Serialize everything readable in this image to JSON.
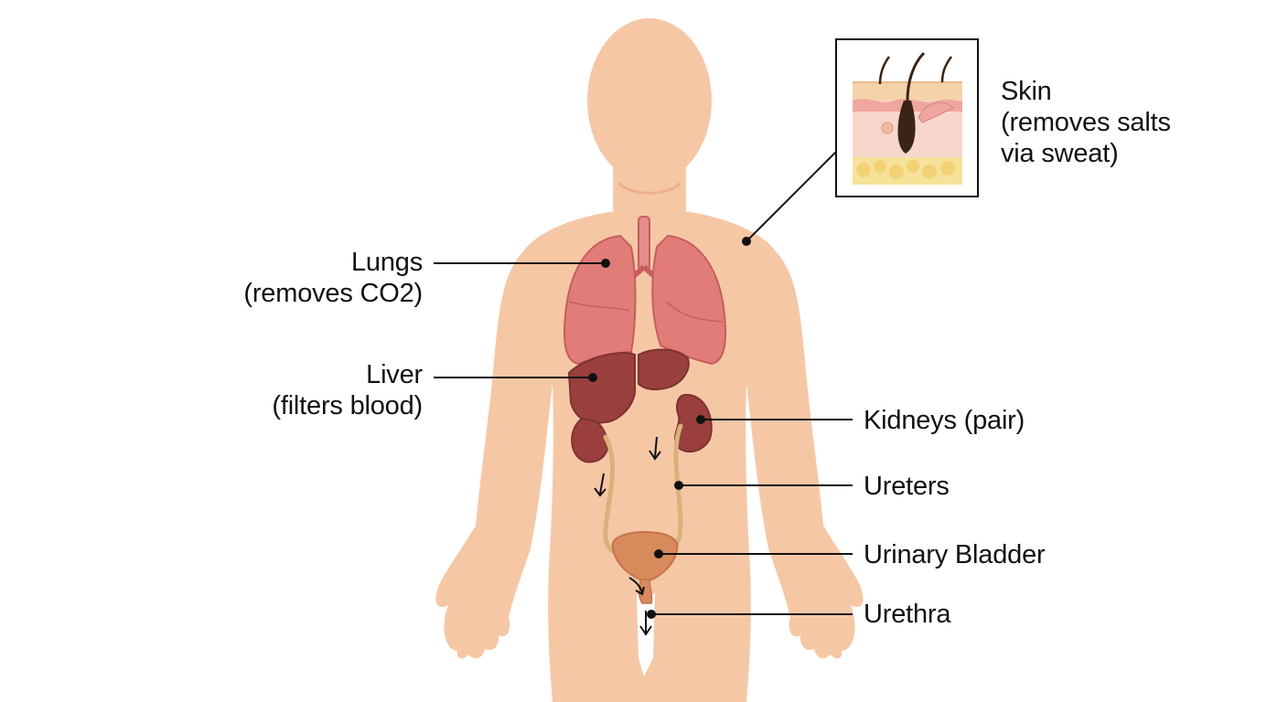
{
  "labels": {
    "lungs": {
      "name": "Lungs",
      "note": "(removes CO2)"
    },
    "liver": {
      "name": "Liver",
      "note": "(filters blood)"
    },
    "kidneys": {
      "name": "Kidneys (pair)"
    },
    "ureters": {
      "name": "Ureters"
    },
    "bladder": {
      "name": "Urinary Bladder"
    },
    "urethra": {
      "name": "Urethra"
    },
    "skin": {
      "name": "Skin",
      "note_line1": "(removes salts",
      "note_line2": "via sweat)"
    }
  },
  "colors": {
    "body": "#f6c7a5",
    "lungs": "#e27c79",
    "lungs_outline": "#c45f5e",
    "liver": "#99403f",
    "kidney": "#9a3f3e",
    "ureter": "#d8b27b",
    "bladder": "#d98a5c",
    "leader_line": "#111111",
    "skin_epidermis": "#f6d2a8",
    "skin_dermis": "#f8d6cc",
    "skin_fat": "#f7e29a",
    "hair": "#3a2418"
  }
}
